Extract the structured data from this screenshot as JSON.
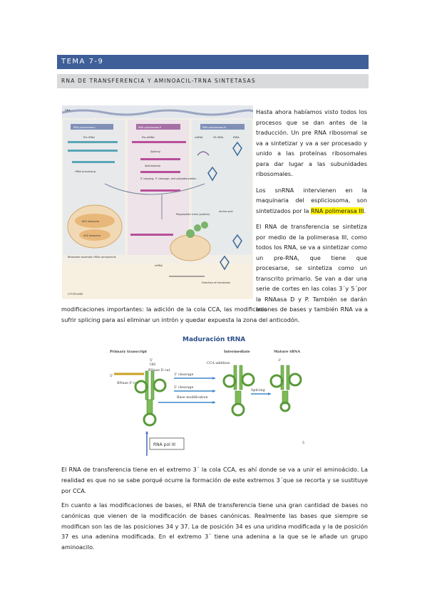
{
  "header": {
    "topic": "TEMA 7-9",
    "section": "RNA DE TRANSFERENCIA Y AMINOACIL-TRNA SINTETASAS"
  },
  "figure1": {
    "dna_label": "DNA",
    "pol1": "RNA polymerase I",
    "pol2": "RNA polymerase II",
    "pol3": "RNA polymerase III",
    "pre_rrna": "Pre-rRNA",
    "pre_mrna": "Pre-mRNA",
    "snrna": "snRNA",
    "srna": "5S rRNA",
    "trna": "tRNA",
    "rrna_processing": "rRNA processing",
    "splicing": "Splicing",
    "spliceosome": "Spliceosome",
    "capping": "5' capping, 3' cleavage, and polyadenylation",
    "mrna": "mRNA",
    "amino_acid": "Amino acid",
    "large_subunit": "60S ribosome",
    "small_subunit": "40S ribosome",
    "ribosome_assembly": "Ribosome assembly rRNA components",
    "polypeptide": "Polypeptide chain (protein)",
    "cytoplasm": "CYTOPLASM",
    "direction": "Direction of translation"
  },
  "text": {
    "p1": "Hasta ahora habíamos visto todos los procesos que se dan antes de la traducción. Un pre RNA ribosomal se va a sintetizar y va a ser procesado y unido a las proteínas ribosomales para dar lugar a las subunidades ribosomales.",
    "p2_a": "Los snRNA intervienen en la maquinaria del espliciosoma, son sintetizados por la ",
    "p2_hl": "RNA polimerasa III",
    "p2_b": ".",
    "p3_col": "El RNA de transferencia se sintetiza por medio de la polimerasa III, como todos los RNA, se va a sintetizar como un pre-RNA, que tiene que procesarse, se sintetiza como un transcrito primario. Se van a dar una serie de cortes en las colas 3´y 5´por la RNAasa D y P. También se darán tres",
    "p3_full": "modificaciones importantes: la adición de la cola CCA, las modificaciones de bases y también RNA va a sufrir splicing para así eliminar un intrón y quedar expuesta la zona del anticodón.",
    "p4": "El RNA de transferencia tiene en el extremo 3´ la cola CCA, es ahí donde se va a unir el aminoácido. La realidad es que no se sabe porqué ocurre la formación de este extremos 3´que se recorta y se sustituye por CCA.",
    "p5": "En cuanto a las modificaciones de bases, el RNA de transferencia tiene una gran cantidad de bases no canónicas que vienen de la modificación de bases canónicas. Realmente las bases que siempre se modifican son las de las posiciones 34 y 37. La de posición 34 es una uridina modificada y la de posición 37 es una adenina modificada. En el extremo 3´ tiene una adenina a la que se le añade un grupo aminoacilo."
  },
  "figure2": {
    "title": "Maduración tRNA",
    "primary": "Primary transcript",
    "intermediate": "Intermediate",
    "mature": "Mature tRNA",
    "oh1": "OH",
    "five_p": "5'",
    "three_p": "3'",
    "rnase_d": "RNase D cut",
    "cleavage3": "3' cleavage",
    "cca": "CCA addition",
    "cleavage5": "5' cleavage",
    "rnase_p": "RNase P cut",
    "base_mod": "Base modification",
    "splicing": "Splicing",
    "pol3": "RNA pol III",
    "page_num": "5"
  }
}
